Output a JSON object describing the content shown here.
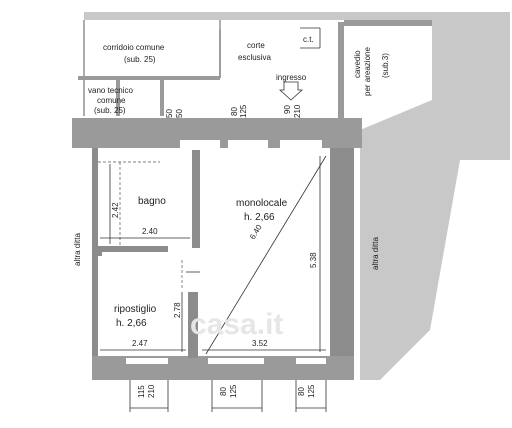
{
  "labels": {
    "corridoio_1": "corridoio comune",
    "corridoio_2": "(sub. 25)",
    "corte_1": "corte",
    "corte_2": "esclusiva",
    "ct": "c.t.",
    "ingresso": "ingresso",
    "cavedio_1": "cavedio",
    "cavedio_2": "per areazione",
    "cavedio_3": "(sub.3)",
    "vano_1": "vano tecnico",
    "vano_2": "comune",
    "vano_3": "(sub. 25)",
    "bagno": "bagno",
    "monolocale_1": "monolocale",
    "monolocale_2": "h. 2,66",
    "ripostiglio_1": "ripostiglio",
    "ripostiglio_2": "h. 2,66",
    "altra_ditta_left": "altra ditta",
    "altra_ditta_right": "altra ditta",
    "watermark": "casa.it"
  },
  "dimensions": {
    "d_50a": "50",
    "d_50b": "50",
    "d_80a": "80",
    "d_125a": "125",
    "d_90": "90",
    "d_210a": "210",
    "d_242": "2.42",
    "d_240": "2.40",
    "d_640": "6.40",
    "d_538": "5.38",
    "d_278": "2.78",
    "d_247": "2.47",
    "d_352": "3.52",
    "d_115": "115",
    "d_210b": "210",
    "d_80b": "80",
    "d_125b": "125",
    "d_80c": "80",
    "d_125c": "125"
  },
  "colors": {
    "wall": "#9a9a9a",
    "external": "#c8c8c8"
  }
}
